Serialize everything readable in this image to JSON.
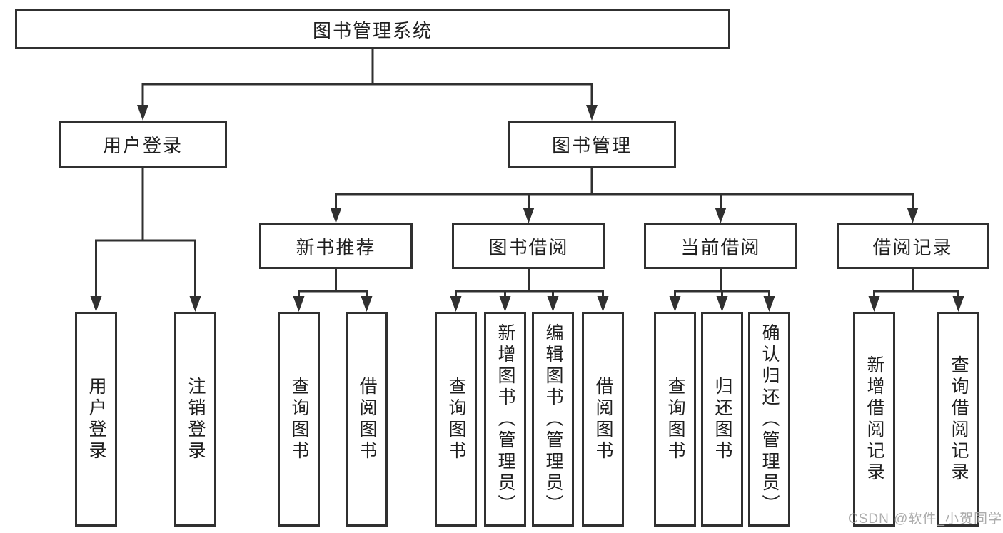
{
  "colors": {
    "line": "#303030",
    "box_border": "#303030",
    "text": "#1f1f1f",
    "watermark": "#a5a5a5",
    "background": "#ffffff"
  },
  "watermark": {
    "text": "CSDN @软件_小贺同学"
  },
  "diagram": {
    "root_label": "图书管理系统",
    "branches": [
      {
        "label": "用户登录",
        "leaves": [
          "用户登录",
          "注销登录"
        ]
      },
      {
        "label": "图书管理",
        "groups": [
          {
            "label": "新书推荐",
            "leaves": [
              "查询图书",
              "借阅图书"
            ]
          },
          {
            "label": "图书借阅",
            "leaves": [
              "查询图书",
              "新增图书（管理员）",
              "编辑图书（管理员）",
              "借阅图书"
            ]
          },
          {
            "label": "当前借阅",
            "leaves": [
              "查询图书",
              "归还图书",
              "确认归还（管理员）"
            ]
          },
          {
            "label": "借阅记录",
            "leaves": [
              "新增借阅记录",
              "查询借阅记录"
            ]
          }
        ]
      }
    ]
  }
}
